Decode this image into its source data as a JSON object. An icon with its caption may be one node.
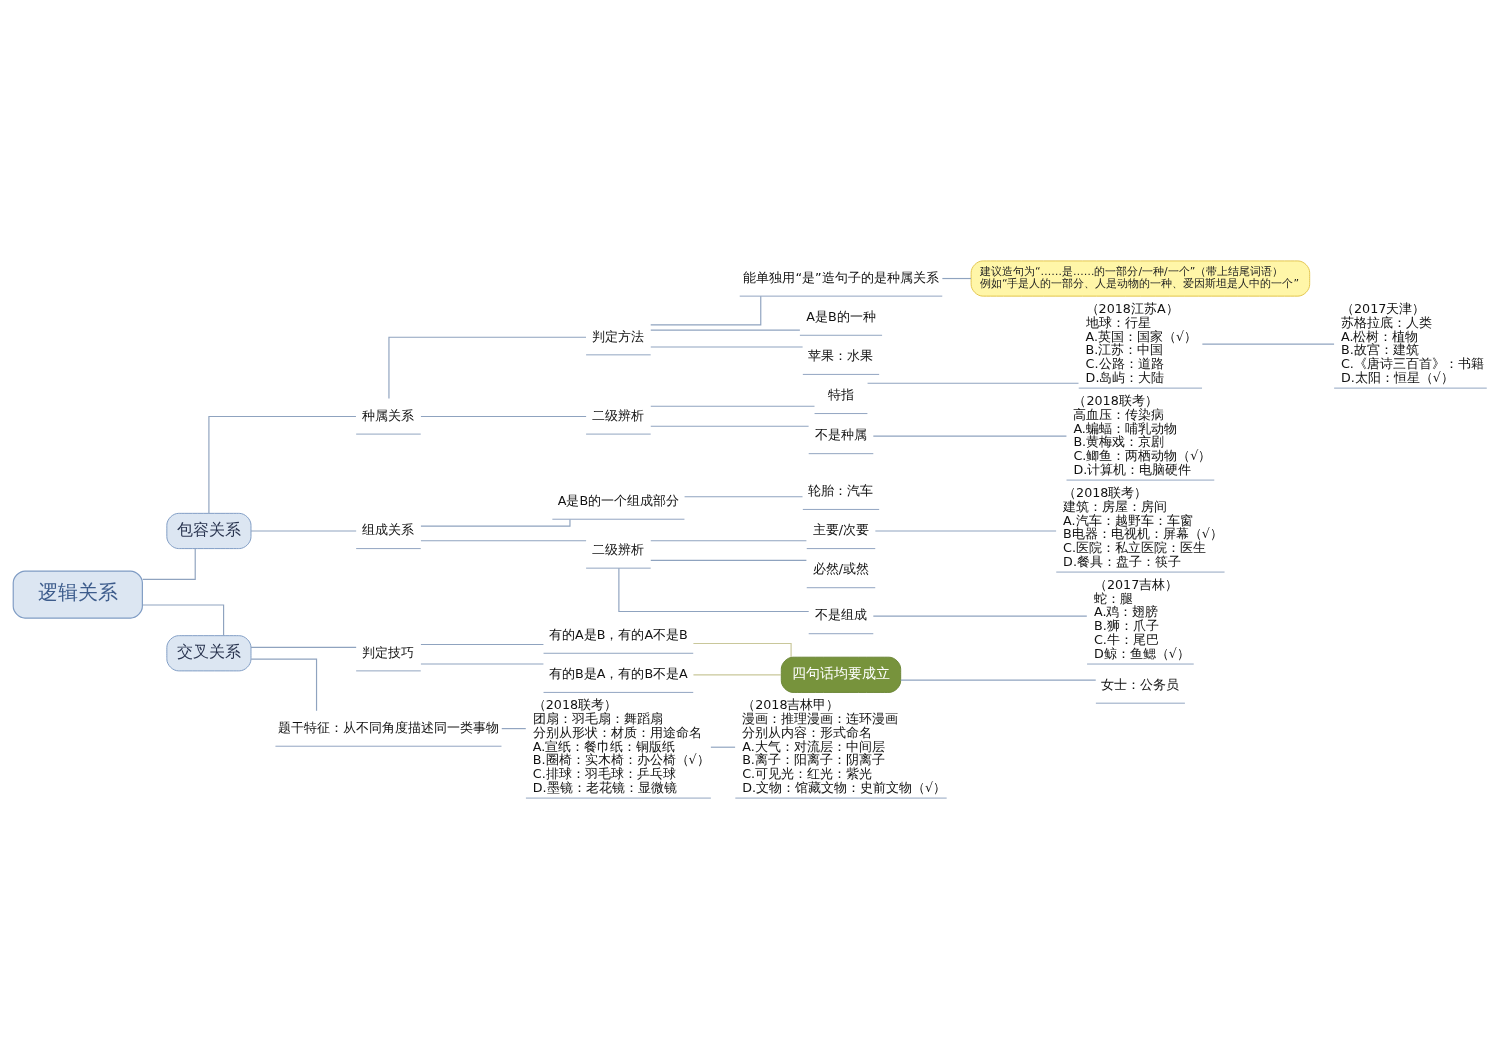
{
  "diagram": {
    "nodes": [
      {
        "text": [
          "逻辑关系"
        ]
      },
      {
        "text": [
          "包容关系"
        ]
      },
      {
        "text": [
          "种属关系"
        ]
      },
      {
        "text": [
          "判定方法"
        ]
      },
      {
        "text": [
          "能单独用“是”造句子的是种属关系"
        ]
      },
      {
        "text": [
          "A是B的一种"
        ]
      },
      {
        "text": [
          "苹果：水果"
        ]
      },
      {
        "text": [
          "二级辨析"
        ]
      },
      {
        "text": [
          "特指"
        ]
      },
      {
        "text": [
          "（2018江苏A）",
          "地球：行星",
          "A.英国：国家（√）",
          "B.江苏：中国",
          "C.公路：道路",
          "D.岛屿：大陆"
        ]
      },
      {
        "text": [
          "（2017天津）",
          "苏格拉底：人类",
          "A.松树：植物",
          "B.故宫：建筑",
          "C.《唐诗三百首》：书籍",
          "D.太阳：恒星（√）"
        ]
      },
      {
        "text": [
          "不是种属"
        ]
      },
      {
        "text": [
          "（2018联考）",
          "高血压：传染病",
          "A.蝙蝠：哺乳动物",
          "B.黄梅戏：京剧",
          "C.鲫鱼：两栖动物（√）",
          "D.计算机：电脑硬件"
        ]
      },
      {
        "text": [
          "组成关系"
        ]
      },
      {
        "text": [
          "A是B的一个组成部分"
        ]
      },
      {
        "text": [
          "轮胎：汽车"
        ]
      },
      {
        "text": [
          "二级辨析"
        ]
      },
      {
        "text": [
          "主要/次要"
        ]
      },
      {
        "text": [
          "（2018联考）",
          "建筑：房屋：房间",
          "A.汽车：越野车：车窗",
          "B电器：电视机：屏幕（√）",
          "C.医院：私立医院：医生",
          "D.餐具：盘子：筷子"
        ]
      },
      {
        "text": [
          "必然/或然"
        ]
      },
      {
        "text": [
          "不是组成"
        ]
      },
      {
        "text": [
          "（2017吉林）",
          "蛇：腿",
          "A.鸡：翅膀",
          "B.狮：爪子",
          "C.牛：尾巴",
          "D鲸：鱼鳃（√）"
        ]
      },
      {
        "text": [
          "交叉关系"
        ]
      },
      {
        "text": [
          "判定技巧"
        ]
      },
      {
        "text": [
          "有的A是B，有的A不是B"
        ]
      },
      {
        "text": [
          "有的B是A，有的B不是A"
        ]
      },
      {
        "text": [
          "四句话均要成立"
        ]
      },
      {
        "text": [
          "女士：公务员"
        ]
      },
      {
        "text": [
          "题干特征：从不同角度描述同一类事物"
        ]
      },
      {
        "text": [
          "（2018联考）",
          "团扇：羽毛扇：舞蹈扇",
          "分别从形状：材质：用途命名",
          "A.宣纸：餐巾纸：铜版纸",
          "B.圈椅：实木椅：办公椅（√）",
          "C.排球：羽毛球：乒乓球",
          "D.墨镜：老花镜：显微镜"
        ]
      },
      {
        "text": [
          "（2018吉林甲）",
          "漫画：推理漫画：连环漫画",
          "分别从内容：形式命名",
          "A.大气：对流层：中间层",
          "B.离子：阳离子：阴离子",
          "C.可见光：红光：紫光",
          "D.文物：馆藏文物：史前文物（√）"
        ]
      },
      {
        "text": [
          "建议造句为“……是……的一部分/一种/一个”（带上结尾词语）",
          "例如“手是人的一部分、人是动物的一种、爱因斯坦是人中的一个”"
        ]
      }
    ],
    "edges": [
      {
        "from": 0,
        "to": 1,
        "arrow": "none"
      },
      {
        "from": 1,
        "to": 2,
        "arrow": "none"
      },
      {
        "from": 2,
        "to": 3,
        "arrow": "none"
      },
      {
        "from": 3,
        "to": 4,
        "arrow": "none"
      },
      {
        "from": 4,
        "to": 31,
        "arrow": "none"
      },
      {
        "from": 3,
        "to": 5,
        "arrow": "none"
      },
      {
        "from": 3,
        "to": 6,
        "arrow": "none"
      },
      {
        "from": 2,
        "to": 7,
        "arrow": "none"
      },
      {
        "from": 7,
        "to": 8,
        "arrow": "none"
      },
      {
        "from": 8,
        "to": 9,
        "arrow": "none"
      },
      {
        "from": 9,
        "to": 10,
        "arrow": "none"
      },
      {
        "from": 7,
        "to": 11,
        "arrow": "none"
      },
      {
        "from": 11,
        "to": 12,
        "arrow": "none"
      },
      {
        "from": 1,
        "to": 13,
        "arrow": "none"
      },
      {
        "from": 13,
        "to": 14,
        "arrow": "none"
      },
      {
        "from": 14,
        "to": 15,
        "arrow": "none"
      },
      {
        "from": 13,
        "to": 16,
        "arrow": "none"
      },
      {
        "from": 16,
        "to": 17,
        "arrow": "none"
      },
      {
        "from": 17,
        "to": 18,
        "arrow": "none"
      },
      {
        "from": 16,
        "to": 19,
        "arrow": "none"
      },
      {
        "from": 16,
        "to": 20,
        "arrow": "none"
      },
      {
        "from": 20,
        "to": 21,
        "arrow": "none"
      },
      {
        "from": 0,
        "to": 22,
        "arrow": "none"
      },
      {
        "from": 22,
        "to": 23,
        "arrow": "none"
      },
      {
        "from": 23,
        "to": 24,
        "arrow": "none"
      },
      {
        "from": 23,
        "to": 25,
        "arrow": "none"
      },
      {
        "from": 24,
        "to": 26,
        "arrow": "none",
        "color": "#c9c79a"
      },
      {
        "from": 25,
        "to": 26,
        "arrow": "none",
        "color": "#c9c79a"
      },
      {
        "from": 26,
        "to": 27,
        "arrow": "none"
      },
      {
        "from": 22,
        "to": 28,
        "arrow": "none"
      },
      {
        "from": 28,
        "to": 29,
        "arrow": "none"
      },
      {
        "from": 29,
        "to": 30,
        "arrow": "none"
      }
    ]
  }
}
